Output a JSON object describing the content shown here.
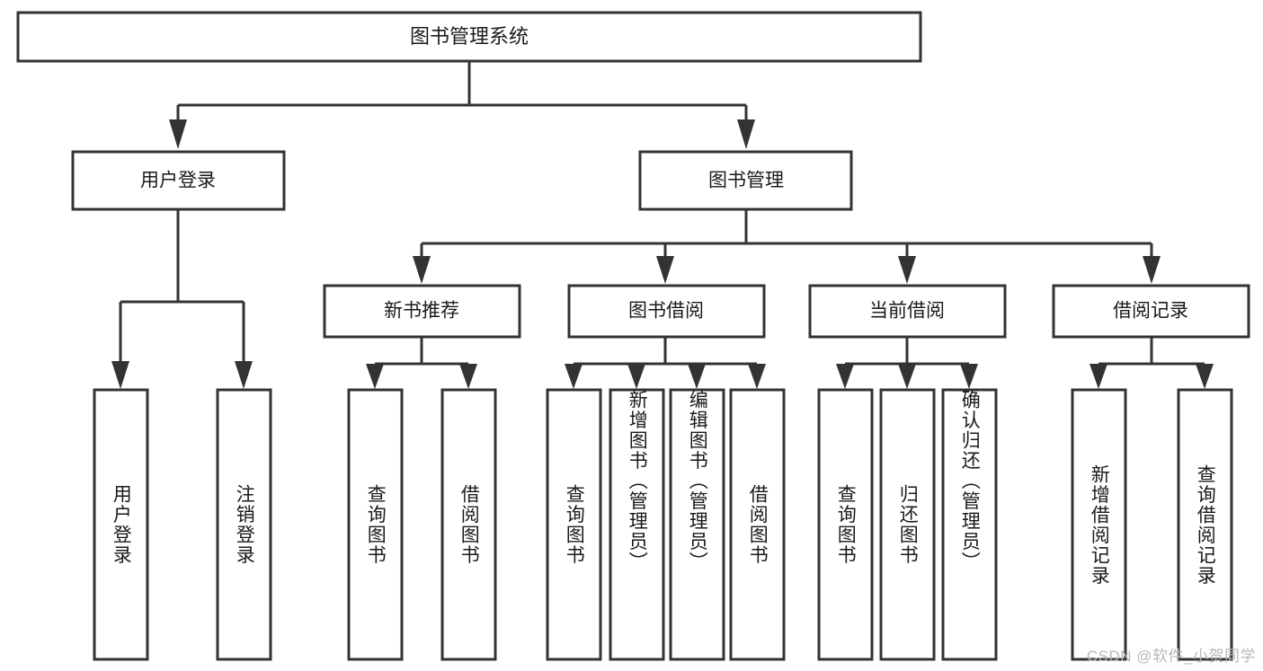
{
  "diagram": {
    "type": "tree-hierarchy-flowchart",
    "title": "图书管理系统",
    "watermark": "CSDN @软件_小贺同学",
    "colors": {
      "box_fill": "#ffffff",
      "box_stroke": "#333333",
      "text": "#1a1a1a",
      "background": "#ffffff",
      "watermark": "#b8b8b8"
    },
    "root": {
      "label": "图书管理系统"
    },
    "level2": [
      {
        "label": "用户登录"
      },
      {
        "label": "图书管理"
      }
    ],
    "level3": [
      {
        "label": "新书推荐"
      },
      {
        "label": "图书借阅"
      },
      {
        "label": "当前借阅"
      },
      {
        "label": "借阅记录"
      }
    ],
    "leaves": {
      "user_login": [
        {
          "label": "用户登录"
        },
        {
          "label": "注销登录"
        }
      ],
      "new_book_recommend": [
        {
          "label": "查询图书"
        },
        {
          "label": "借阅图书"
        }
      ],
      "book_borrow": [
        {
          "label": "查询图书"
        },
        {
          "label": "新增图书（管理员）"
        },
        {
          "label": "编辑图书（管理员）"
        },
        {
          "label": "借阅图书"
        }
      ],
      "current_borrow": [
        {
          "label": "查询图书"
        },
        {
          "label": "归还图书"
        },
        {
          "label": "确认归还（管理员）"
        }
      ],
      "borrow_record": [
        {
          "label": "新增借阅记录"
        },
        {
          "label": "查询借阅记录"
        }
      ]
    }
  }
}
